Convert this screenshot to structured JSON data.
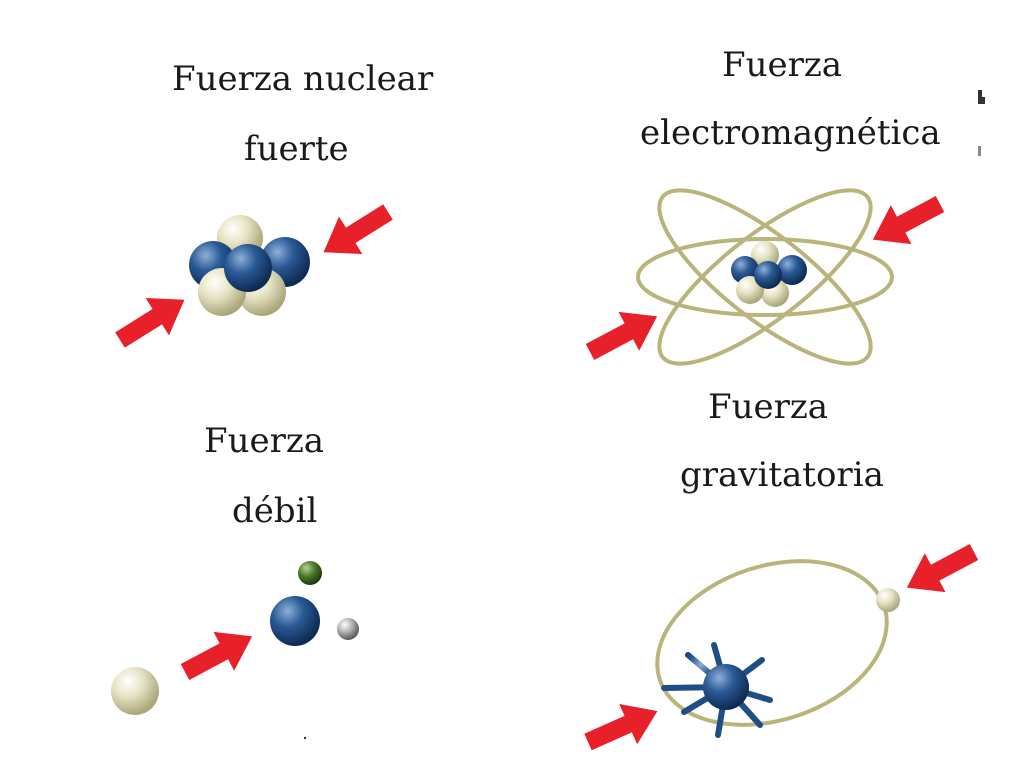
{
  "labels": {
    "strong_line1": "Fuerza nuclear",
    "strong_line2": "fuerte",
    "em_line1": "Fuerza",
    "em_line2": "electromagnética",
    "weak_line1": "Fuerza",
    "weak_line2": "débil",
    "grav_line1": "Fuerza",
    "grav_line2": "gravitatoria"
  },
  "colors": {
    "arrow": "#e8202a",
    "proton": "#1f4e86",
    "neutron": "#d9d7b0",
    "orbit": "#b9b57a",
    "electron_green": "#4a7a2a",
    "particle_gray": "#9a9a9a"
  }
}
